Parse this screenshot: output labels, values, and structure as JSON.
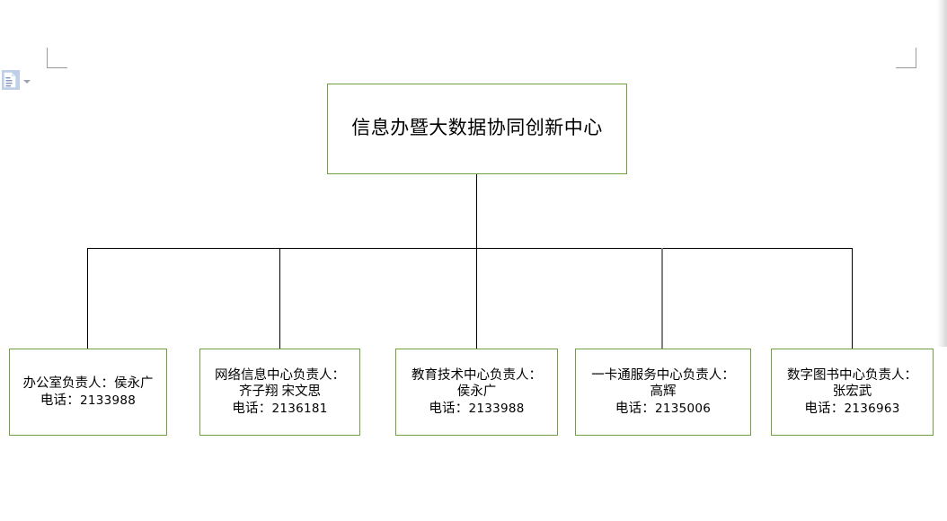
{
  "document": {
    "background_color": "#ffffff",
    "box_border_color": "#70a040",
    "connector_color": "#000000",
    "connector_color_highlight": "#808080"
  },
  "smart_tag": {
    "icon": "paste-options-icon",
    "dropdown_icon": "chevron-down-icon"
  },
  "chart_data": {
    "type": "diagram",
    "title": "信息办暨大数据协同创新中心",
    "root": {
      "id": "root",
      "label": "信息办暨大数据协同创新中心"
    },
    "children": [
      {
        "id": "office",
        "unit": "办公室负责人：侯永广",
        "name": "",
        "phone_label": "电话：",
        "phone": "2133988"
      },
      {
        "id": "network",
        "unit": "网络信息中心负责人：",
        "name": "齐子翔 宋文思",
        "phone_label": "电话：",
        "phone": "2136181"
      },
      {
        "id": "edutech",
        "unit": "教育技术中心负责人：",
        "name": "侯永广",
        "phone_label": "电话：",
        "phone": "2133988"
      },
      {
        "id": "card",
        "unit": "一卡通服务中心负责人：",
        "name": "高辉",
        "phone_label": "电话：",
        "phone": "2135006"
      },
      {
        "id": "library",
        "unit": "数字图书中心负责人：",
        "name": "张宏武",
        "phone_label": "电话：",
        "phone": "2136963"
      }
    ]
  }
}
